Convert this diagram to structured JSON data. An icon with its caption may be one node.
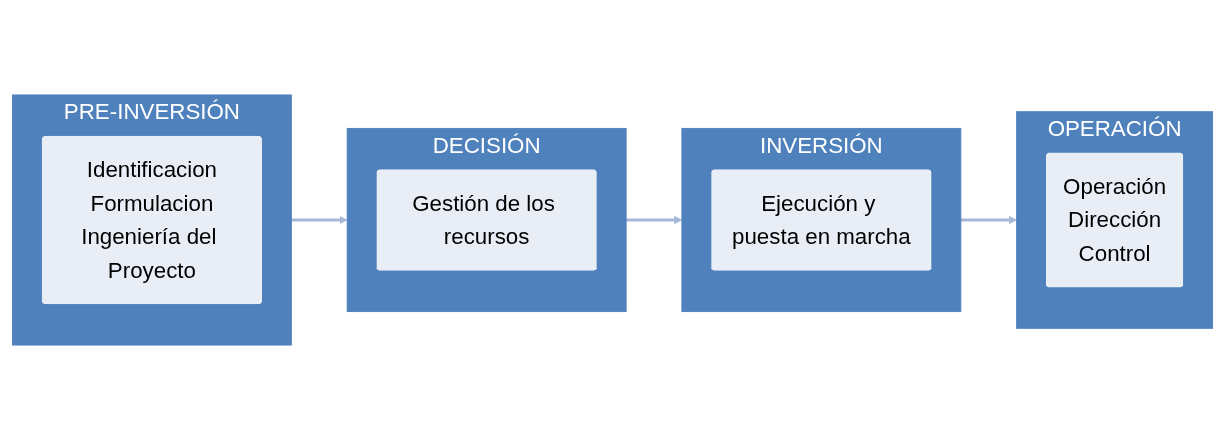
{
  "diagram": {
    "nodes": [
      {
        "text": [
          "PRE-INVERSIÓN"
        ]
      },
      {
        "text": [
          "Identificacion",
          "Formulacion",
          "Ingeniería del Proyecto"
        ],
        "in": 0
      },
      {
        "text": [
          "DECISIÓN"
        ]
      },
      {
        "text": [
          "Gestión de los recursos"
        ],
        "in": 2
      },
      {
        "text": [
          "INVERSIÓN"
        ]
      },
      {
        "text": [
          "Ejecución y puesta en marcha"
        ],
        "in": 4
      },
      {
        "text": [
          "OPERACIÓN"
        ]
      },
      {
        "text": [
          "Operación",
          "Dirección",
          "Control"
        ],
        "in": 6
      }
    ],
    "edges": [
      {
        "from": 0,
        "to": 2,
        "arrow": "to"
      },
      {
        "from": 2,
        "to": 4,
        "arrow": "to"
      },
      {
        "from": 4,
        "to": 6,
        "arrow": "to"
      }
    ]
  }
}
